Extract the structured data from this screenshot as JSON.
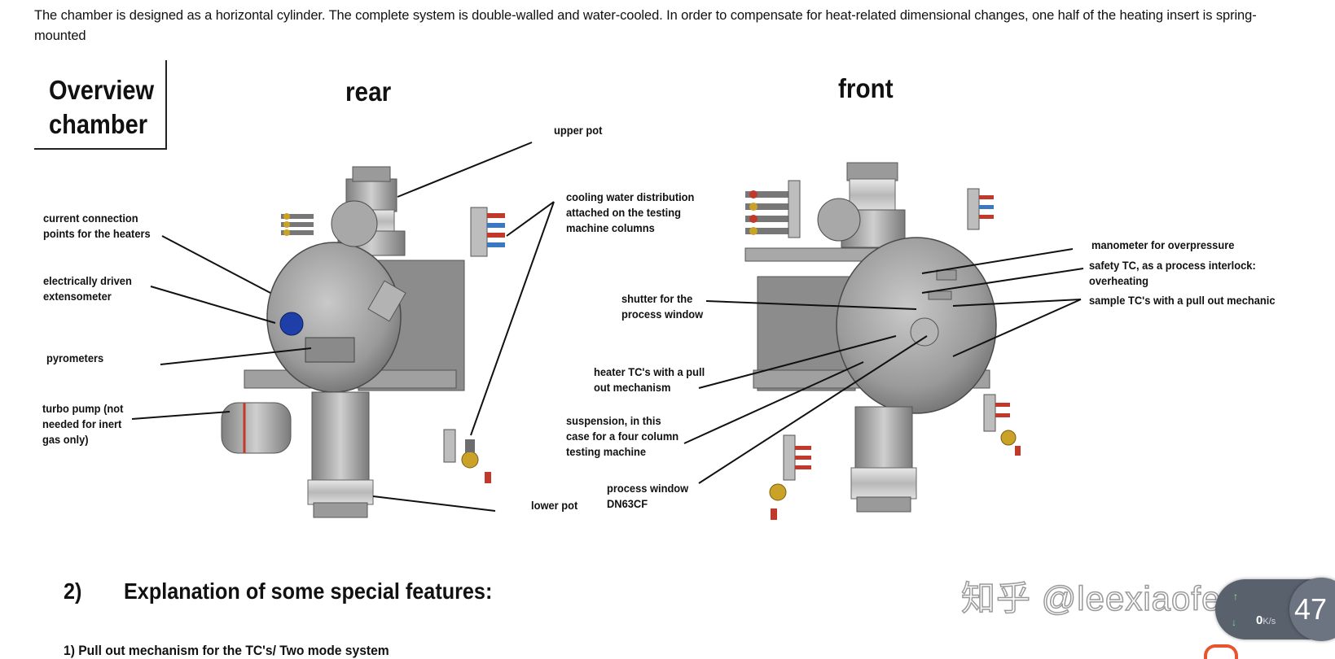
{
  "intro_text": "The chamber is designed as a horizontal cylinder. The complete system is double-walled and water-cooled. In order to compensate for heat-related dimensional changes, one half of the heating insert is spring-mounted",
  "overview": {
    "line1": "Overview",
    "line2": "chamber"
  },
  "views": {
    "rear": "rear",
    "front": "front"
  },
  "labels": {
    "current_connection_1": "current connection",
    "current_connection_2": "points for the heaters",
    "extensometer_1": "electrically driven",
    "extensometer_2": "extensometer",
    "pyrometers": "pyrometers",
    "turbo_1": "turbo pump (not",
    "turbo_2": "needed for inert",
    "turbo_3": "gas only)",
    "upper_pot": "upper pot",
    "cooling_1": "cooling water distribution",
    "cooling_2": "attached on the testing",
    "cooling_3": "machine columns",
    "lower_pot": "lower pot",
    "shutter_1": "shutter for the",
    "shutter_2": "process window",
    "heater_tc_1": "heater TC's with a pull",
    "heater_tc_2": "out mechanism",
    "suspension_1": "suspension, in this",
    "suspension_2": "case for a four column",
    "suspension_3": "testing machine",
    "process_window_1": "process window",
    "process_window_2": "DN63CF",
    "manometer": "manometer for overpressure",
    "safety_tc_1": "safety TC, as a process interlock:",
    "safety_tc_2": "overheating",
    "sample_tc": "sample TC's with a pull out mechanic"
  },
  "section": {
    "number": "2)",
    "title": "Explanation of some special features:",
    "sub_item": "1)    Pull out mechanism for the TC's/ Two mode system"
  },
  "watermark": "知乎 @leexiaofeng",
  "net_widget": {
    "up_value": "↑",
    "down_arrow": "↓",
    "speed": "0",
    "unit": "K/s",
    "percent": "47"
  }
}
